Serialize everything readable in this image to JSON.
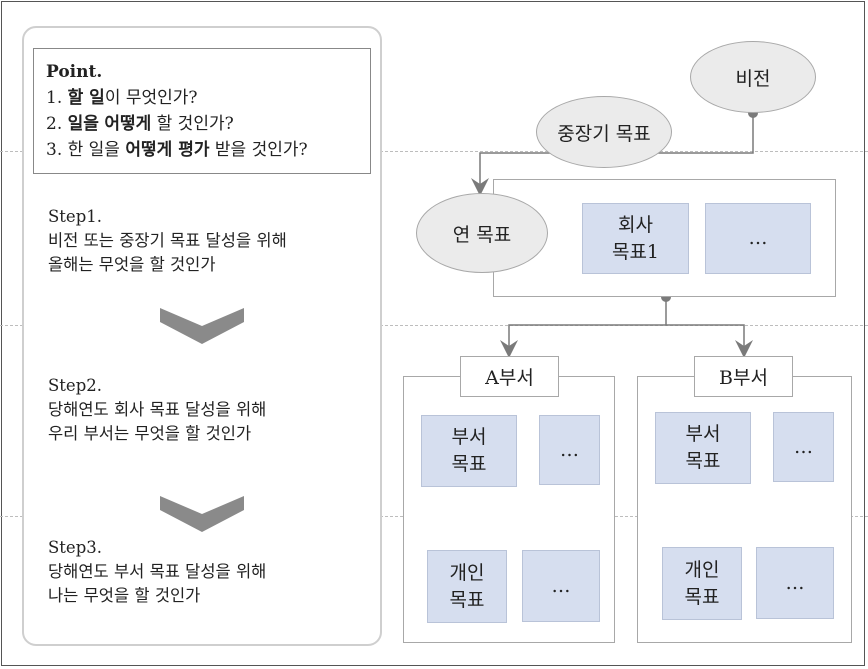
{
  "point": {
    "title": "Point.",
    "line1": {
      "prefix": "1. ",
      "b1": "할 일",
      "rest": "이 무엇인가?"
    },
    "line2": {
      "prefix": "2. ",
      "b1": "일을",
      "mid": " ",
      "b2": "어떻게",
      "rest": " 할 것인가?"
    },
    "line3": {
      "prefix": "3. 한 일을 ",
      "b1": "어떻게 평가",
      "rest": " 받을 것인가?"
    }
  },
  "steps": [
    {
      "title": "Step1.",
      "line1": "비전 또는 중장기 목표 달성을 위해",
      "line2": "올해는 무엇을 할 것인가"
    },
    {
      "title": "Step2.",
      "line1": "당해연도 회사 목표 달성을 위해",
      "line2": "우리 부서는 무엇을 할 것인가"
    },
    {
      "title": "Step3.",
      "line1": "당해연도 부서 목표 달성을 위해",
      "line2": "나는 무엇을 할 것인가"
    }
  ],
  "diagram": {
    "vision": "비전",
    "midterm": "중장기 목표",
    "annual": "연 목표",
    "company_goal_line1": "회사",
    "company_goal_line2": "목표1",
    "ellipsis": "…",
    "dept_a": "A부서",
    "dept_b": "B부서",
    "dept_goal_line1": "부서",
    "dept_goal_line2": "목표",
    "personal_goal_line1": "개인",
    "personal_goal_line2": "목표"
  },
  "colors": {
    "box_fill": "#d6deef",
    "ellipse_fill": "#ebebeb",
    "line": "#7a7a7a",
    "chevron": "#8a8a8a"
  }
}
